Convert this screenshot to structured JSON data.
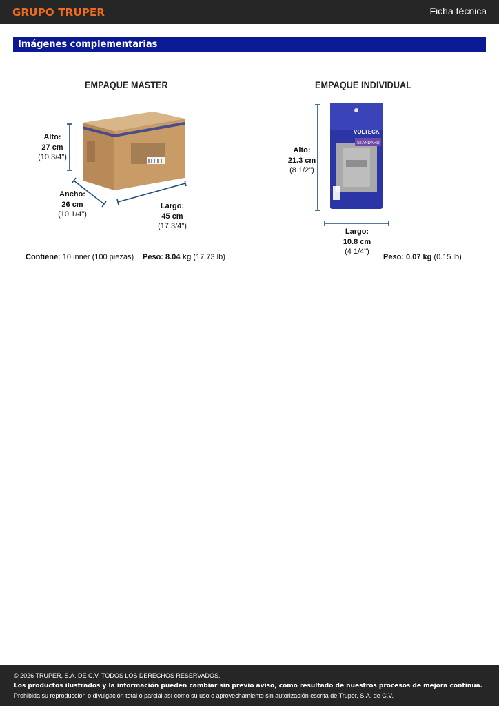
{
  "header": {
    "brand": "GRUPO TRUPER",
    "doc_type": "Ficha técnica"
  },
  "section": {
    "title": "Imágenes complementarias"
  },
  "master": {
    "heading": "EMPAQUE MASTER",
    "alto": {
      "label": "Alto:",
      "metric": "27 cm",
      "imperial": "(10 3/4\")"
    },
    "ancho": {
      "label": "Ancho:",
      "metric": "26 cm",
      "imperial": "(10 1/4\")"
    },
    "largo": {
      "label": "Largo:",
      "metric": "45 cm",
      "imperial": "(17 3/4\")"
    },
    "contiene_label": "Contiene:",
    "contiene_value": "10 inner (100 piezas)",
    "peso_label": "Peso:",
    "peso_kg": "8.04 kg",
    "peso_lb": "(17.73 lb)"
  },
  "individual": {
    "heading": "EMPAQUE INDIVIDUAL",
    "alto": {
      "label": "Alto:",
      "metric": "21.3 cm",
      "imperial": "(8 1/2\")"
    },
    "largo": {
      "label": "Largo:",
      "metric": "10.8 cm",
      "imperial": "(4 1/4\")"
    },
    "peso_label": "Peso:",
    "peso_kg": "0.07 kg",
    "peso_lb": "(0.15 lb)",
    "pack_brand": "VOLTECK",
    "pack_line": "STANDARD"
  },
  "footer": {
    "copyright": "© 2026 TRUPER, S.A. DE C.V. TODOS LOS DERECHOS RESERVADOS.",
    "notice": "Los productos ilustrados y la información pueden cambiar sin previo aviso, como resultado de nuestros procesos de mejora continua.",
    "prohibition": "Prohibida su reproducción o divulgación total o parcial así como su uso o aprovechamiento sin autorización escrita de Truper, S.A. de C.V."
  },
  "colors": {
    "brand_orange": "#f26b1d",
    "section_blue": "#0b1995",
    "dimension_line": "#1f4e79",
    "bar_dark": "#262626"
  }
}
